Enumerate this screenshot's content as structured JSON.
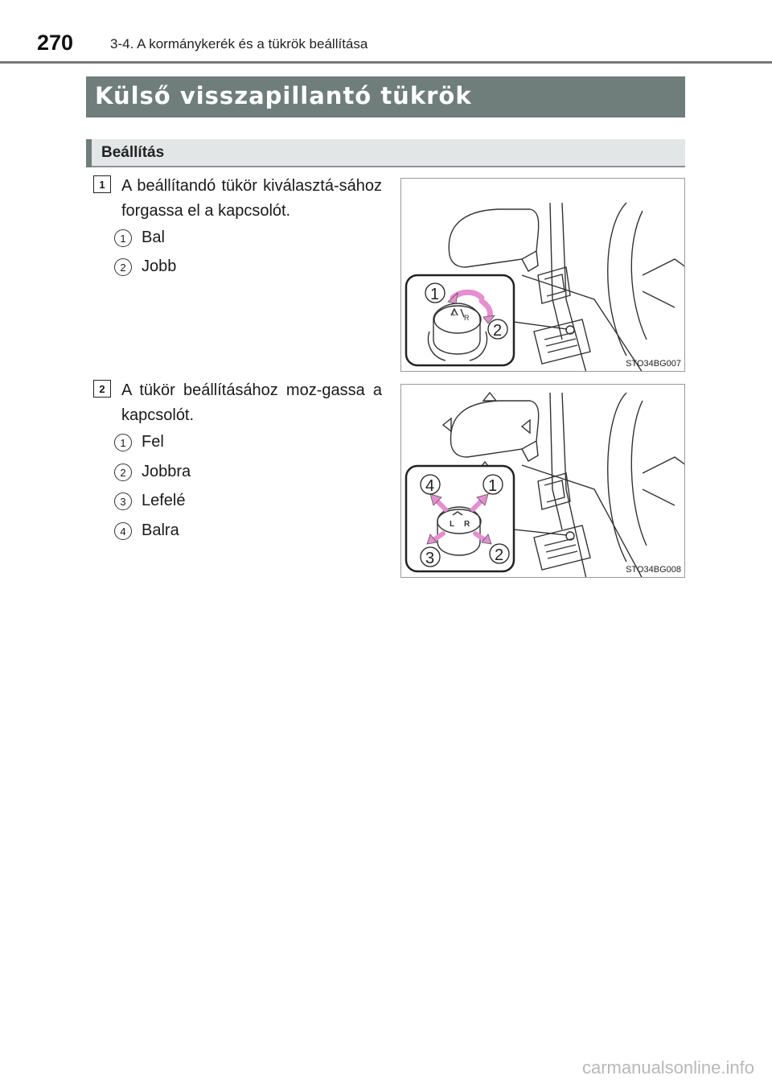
{
  "header": {
    "page_number": "270",
    "section": "3-4. A kormánykerék és a tükrök beállítása"
  },
  "title": "Külső visszapillantó tükrök",
  "subheading": "Beállítás",
  "steps": [
    {
      "number": "1",
      "text": "A beállítandó tükör kiválasztá-sához forgassa el a kapcsolót.",
      "items": [
        {
          "number": "1",
          "label": "Bal"
        },
        {
          "number": "2",
          "label": "Jobb"
        }
      ],
      "figure": {
        "code": "STO34BG007",
        "callouts": [
          "1",
          "2"
        ],
        "dial_letters": [
          "L",
          "R"
        ]
      }
    },
    {
      "number": "2",
      "text": "A tükör beállításához moz-gassa a kapcsolót.",
      "items": [
        {
          "number": "1",
          "label": "Fel"
        },
        {
          "number": "2",
          "label": "Jobbra"
        },
        {
          "number": "3",
          "label": "Lefelé"
        },
        {
          "number": "4",
          "label": "Balra"
        }
      ],
      "figure": {
        "code": "STO34BG008",
        "callouts": [
          "1",
          "2",
          "3",
          "4"
        ],
        "dial_letters": [
          "L",
          "R"
        ]
      }
    }
  ],
  "watermark": "carmanualsonline.info",
  "colors": {
    "title_bar": "#6f7d7b",
    "arrow_pink": "#e58fd0",
    "subheading_bg": "#e3e6e6"
  }
}
